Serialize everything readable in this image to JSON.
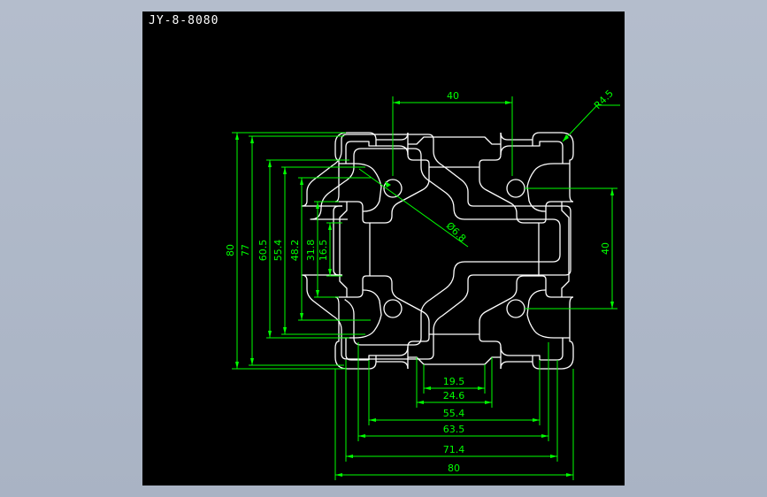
{
  "drawing": {
    "title": "JY-8-8080",
    "colors": {
      "background": "#000000",
      "profile": "#ffffff",
      "dimension": "#00ff00",
      "window": "#aab3c4"
    }
  },
  "dimensions": {
    "top_width": "40",
    "radius": "R4.5",
    "hole_diameter": "Ø6.8",
    "right_height": "40",
    "overall_height": "80",
    "h77": "77",
    "h60_5": "60.5",
    "h55_4": "55.4",
    "h48_2": "48.2",
    "h31_8": "31.8",
    "h16_5": "16.5",
    "w19_5": "19.5",
    "w24_6": "24.6",
    "w55_4": "55.4",
    "w63_5": "63.5",
    "w71_4": "71.4",
    "overall_width": "80"
  }
}
